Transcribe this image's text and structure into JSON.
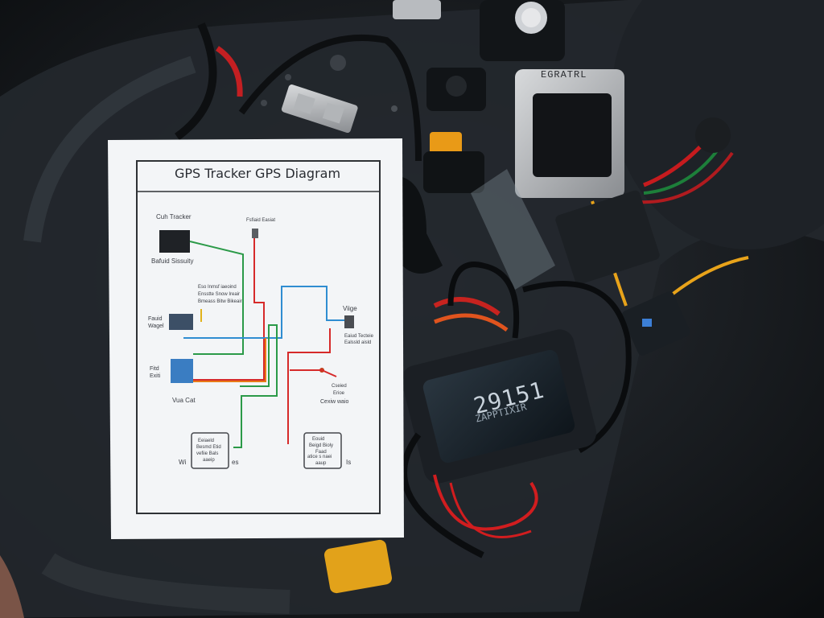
{
  "diagram": {
    "title": "GPS Tracker GPS Diagram",
    "labels": {
      "top_left": "Cuh Tracker",
      "top_left_sub": "Bafuid Sissuity",
      "top_mid": "Fsfiaid Easiat",
      "middle_note_1": "Eso Inmsf iaeoind",
      "middle_note_2": "Ensstte Snow Ireair",
      "middle_note_3": "Bmeass Bitw Bikeair",
      "left_mid_1": "Fauid",
      "left_mid_2": "Wagel",
      "left_low_1": "Fitd",
      "left_low_2": "Exiti",
      "bottom_mid_left": "Vua Cat",
      "right_top": "Viige",
      "right_top_sub_1": "Eaiud Tecteie",
      "right_top_sub_2": "Ealssld aisld",
      "right_mid_1": "Cseied",
      "right_mid_2": "Erioe",
      "right_mid_3": "Cexiw waio",
      "box_left_1": "Eeiaeld",
      "box_left_2": "Besmd Etid",
      "box_left_3": "vefiie Bals",
      "box_left_4": "aaeip",
      "box_right_1": "Eouid",
      "box_right_2": "Beigd Bioly",
      "box_right_3": "Faad",
      "box_right_4": "atice s naei",
      "box_right_5": "aaup",
      "bottom_left": "Wi",
      "bottom_left_2": "es",
      "bottom_right": "Is"
    }
  },
  "device": {
    "screen_value": "29151",
    "screen_sub": "ZAPPTIXIR",
    "brand_label": "EGRATRL"
  }
}
